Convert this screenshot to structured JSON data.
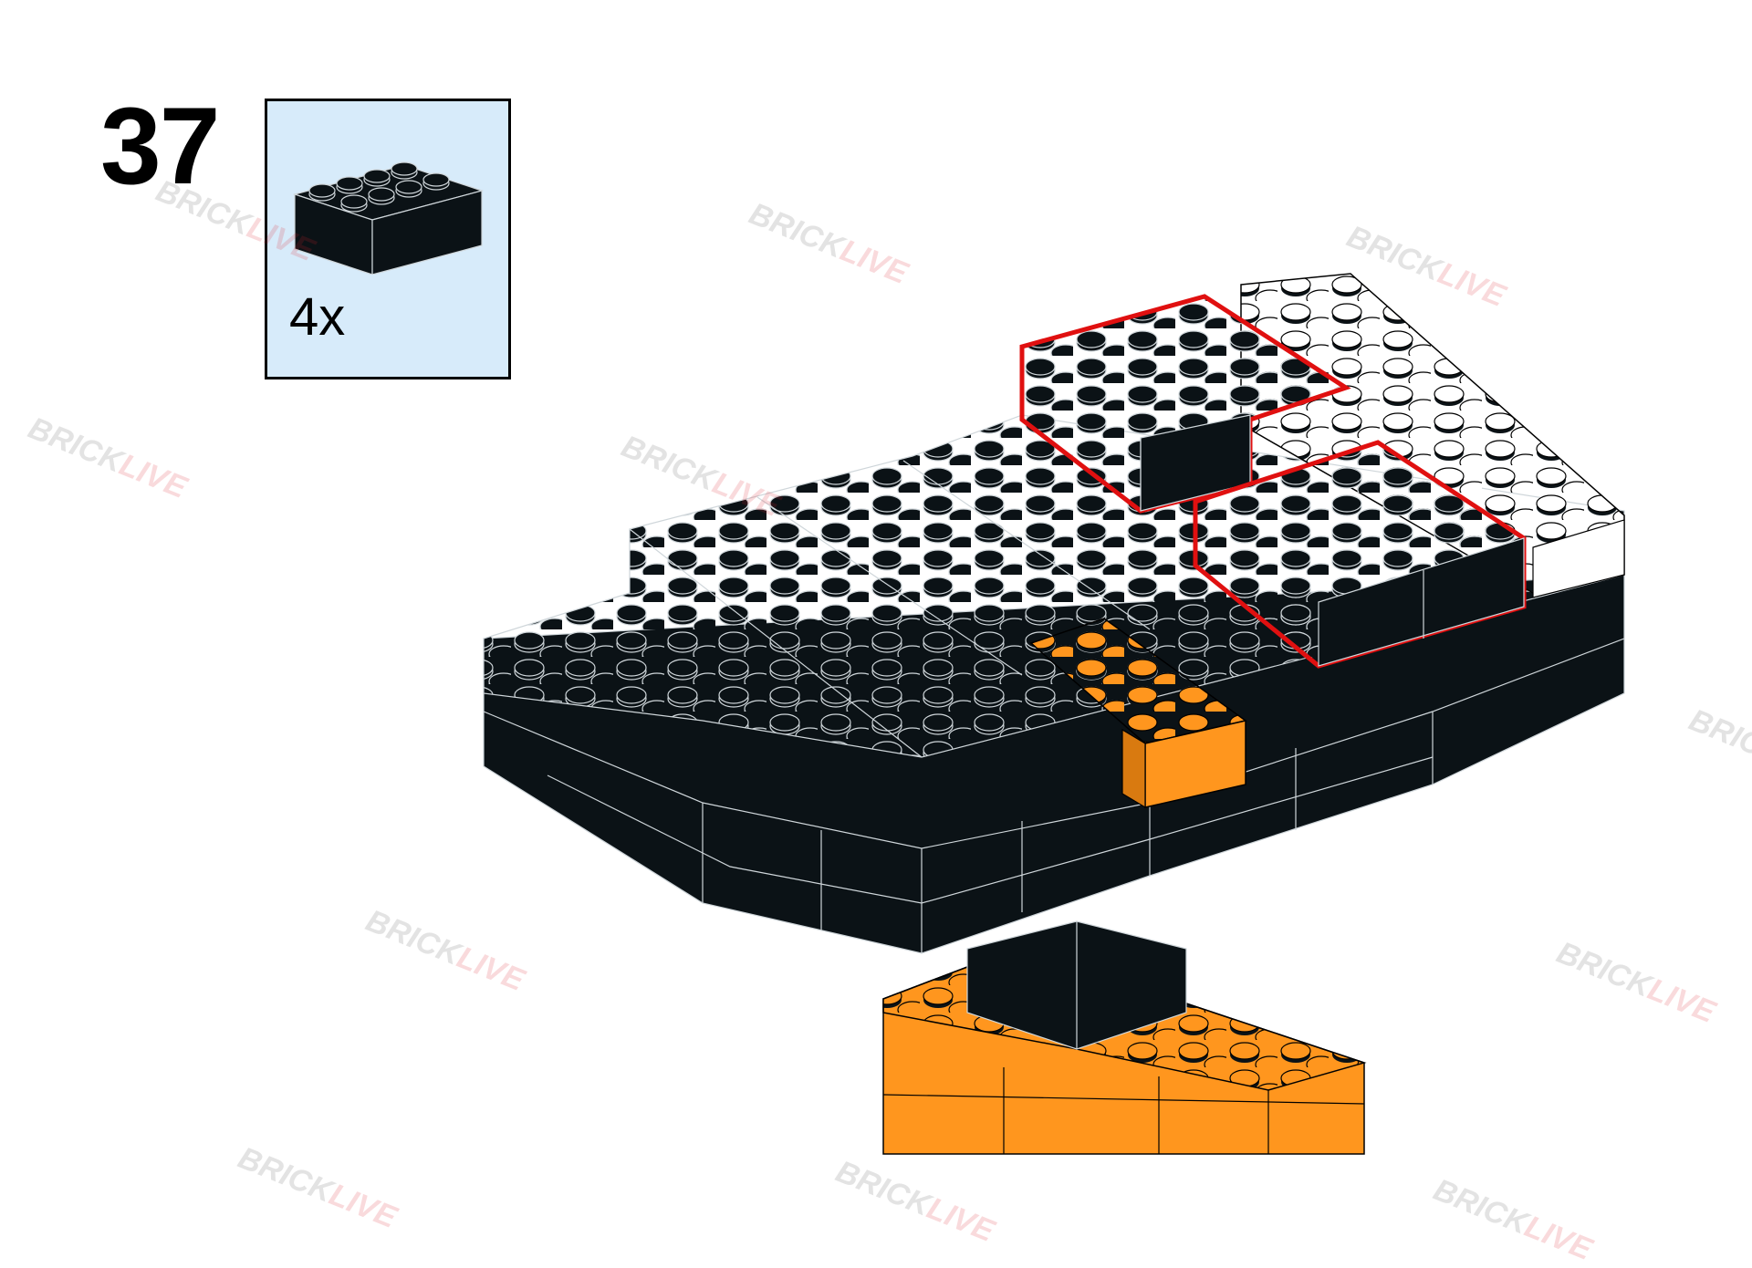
{
  "step": {
    "number": "37"
  },
  "parts_callout": {
    "quantity_label": "4x",
    "part_icon": "black-2x4-brick-icon",
    "part_color": "#0b1216",
    "background_color": "#d7ebfa"
  },
  "model": {
    "highlight_color": "#e01010",
    "brick_colors": {
      "black": "#0b1216",
      "orange": "#ff961e",
      "white": "#ffffff"
    }
  },
  "watermark": {
    "text_part1": "BRICK",
    "text_part2": "LIVE"
  }
}
